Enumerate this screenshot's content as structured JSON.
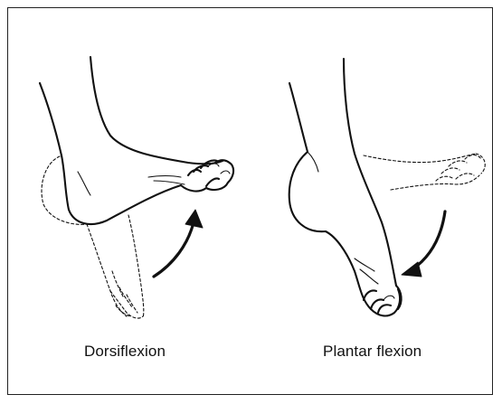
{
  "figures": [
    {
      "id": "dorsiflexion",
      "label": "Dorsiflexion"
    },
    {
      "id": "plantar",
      "label": "Plantar flexion"
    }
  ],
  "colors": {
    "line": "#111111",
    "background": "#ffffff"
  }
}
